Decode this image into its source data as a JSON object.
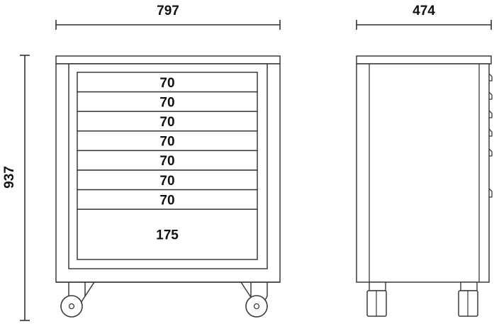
{
  "dimensions": {
    "front_width": "797",
    "side_depth": "474",
    "height": "937"
  },
  "drawers": [
    {
      "label": "70"
    },
    {
      "label": "70"
    },
    {
      "label": "70"
    },
    {
      "label": "70"
    },
    {
      "label": "70"
    },
    {
      "label": "70"
    },
    {
      "label": "70"
    },
    {
      "label": "175"
    }
  ],
  "colors": {
    "line": "#3a3a3a",
    "text": "#111111"
  }
}
